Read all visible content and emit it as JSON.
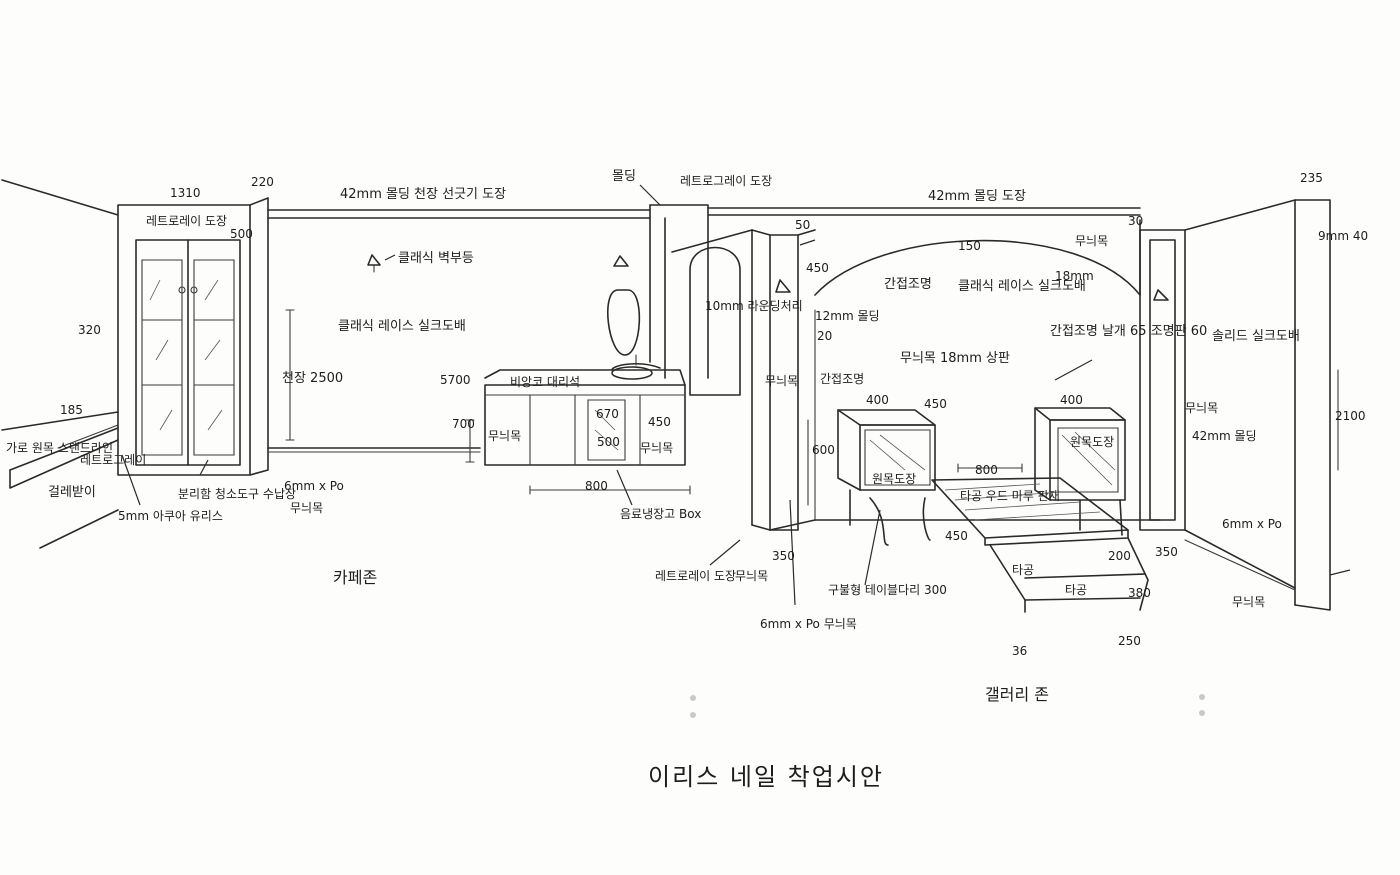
{
  "drawing": {
    "title": "이리스 네일 착업시안",
    "rooms": {
      "left": "카페존",
      "right": "갤러리 존"
    },
    "dims": {
      "cab_w": "1310",
      "cab_depth": "220",
      "cab_side": "500",
      "cab_h": "320",
      "ledge": "185",
      "ceiling_h": "천장 2500",
      "sink_h": "5700",
      "vanity_h": "700",
      "vanity_w": "800",
      "vanity_mid": "500",
      "vanity_d": "670",
      "vanity_r": "450",
      "col_top": "50",
      "col_450": "450",
      "col_20": "20",
      "col_600": "600",
      "col_bottom": "350",
      "arch_w": "150",
      "arch_r": "18mm",
      "table_a": "400",
      "table_b": "450",
      "table_c": "400",
      "bench_w": "800",
      "bench_l": "450",
      "bench_d": "200",
      "bench_h": "380",
      "bench_m": "36",
      "bench_r": "250",
      "right_col": "30",
      "right_w": "235",
      "right_h": "2100",
      "right_pnl": "9mm 40",
      "right_350": "350"
    },
    "notes": {
      "cab_paint": "레트로레이 도장",
      "left_wall": "가로 원목 스탠드라인",
      "left_board": "레트로그레이",
      "baseboard": "걸레받이",
      "glass": "5mm 아쿠아 유리스",
      "storage": "분리함 청소도구 수납장",
      "molding_l": "42mm 몰딩 천장 선긋기 도장",
      "lamp_l": "클래식 벽부등",
      "wallpaper_l": "클래식 레이스 실크도배",
      "vanity_top": "비앙코 대리석",
      "vanity_wood": "무늬목",
      "vanity_wood2": "무늬목",
      "fridge": "음료냉장고 Box",
      "mm6_l": "6mm x Po",
      "mm6_l2": "무늬목",
      "molding_top": "몰딩",
      "pillar_paint": "레트로그레이 도장",
      "molding_r": "42mm 몰딩 도장",
      "arch_note": "10mm 라운딩처리",
      "molding_col": "12mm 몰딩",
      "indirect_light": "간접조명",
      "indirect_light2": "간접조명",
      "wallpaper_r": "클래식 레이스 실크도배",
      "wood_18": "무늬목 18mm 상판",
      "indirect_detail": "간접조명 날개 65 조명판 60",
      "wood_r": "무늬목",
      "solid": "솔리드 실크도배",
      "molding_r2": "42mm 몰딩",
      "mm6_r": "6mm x Po",
      "wood_r2": "무늬목",
      "wood_r3": "무늬목",
      "table_paint": "원목도장",
      "table_paint2": "원목도장",
      "table_legs": "구불형 테이블다리 300",
      "bench_top": "타공 우드 마루 판재",
      "bench_side": "타공",
      "bench_side2": "타공",
      "col_paint": "레트로레이 도장",
      "col_wood": "무늬목",
      "col_6mm": "6mm x Po 무늬목",
      "col_wood2": "무늬목"
    }
  }
}
